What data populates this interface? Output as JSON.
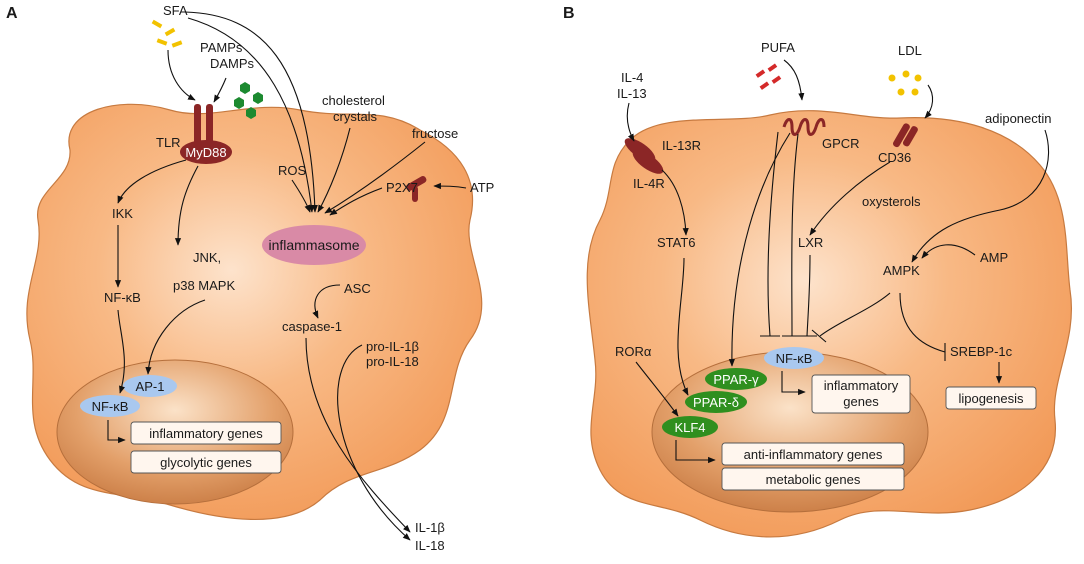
{
  "colors": {
    "cell_fill": "#f6ab6e",
    "cell_edge": "#c77a40",
    "nucleus_fill": "#d48a55",
    "blue_tag": "#a9c8ef",
    "green_tag": "#2f8f1f",
    "receptor": "#8b2626",
    "inflammasome": "#d98aa6",
    "sfa_particle": "#f2c200",
    "damp_particle": "#1c8a30"
  },
  "panel_a": {
    "panel_label": "A",
    "sfa": "SFA",
    "pamps": "PAMPs",
    "damps": "DAMPs",
    "cholesterol_1": "cholesterol",
    "cholesterol_2": "crystals",
    "fructose": "fructose",
    "atp": "ATP",
    "p2x7": "P2X7",
    "ros": "ROS",
    "tlr": "TLR",
    "myd88": "MyD88",
    "ikk": "IKK",
    "nfkb": "NF-κB",
    "jnk_1": "JNK,",
    "jnk_2": "p38 MAPK",
    "inflammasome": "inflammasome",
    "asc": "ASC",
    "caspase1": "caspase-1",
    "pro_il1b": "pro-IL-1β",
    "pro_il18": "pro-IL-18",
    "ap1": "AP-1",
    "nfkb_nucleus": "NF-κB",
    "inflammatory_genes": "inflammatory genes",
    "glycolytic_genes": "glycolytic genes",
    "il1b": "IL-1β",
    "il18": "IL-18"
  },
  "panel_b": {
    "panel_label": "B",
    "il4": "IL-4",
    "il13": "IL-13",
    "il13r": "IL-13R",
    "il4r": "IL-4R",
    "pufa": "PUFA",
    "gpcr": "GPCR",
    "ldl": "LDL",
    "cd36": "CD36",
    "adiponectin": "adiponectin",
    "oxysterols": "oxysterols",
    "lxr": "LXR",
    "stat6": "STAT6",
    "ampk": "AMPK",
    "amp": "AMP",
    "rora": "RORα",
    "nfkb": "NF-κB",
    "srebp": "SREBP-1c",
    "lipogenesis": "lipogenesis",
    "ppar_g": "PPAR-γ",
    "ppar_d": "PPAR-δ",
    "klf4": "KLF4",
    "inflammatory_genes_1": "inflammatory",
    "inflammatory_genes_2": "genes",
    "anti_inflammatory_genes": "anti-inflammatory genes",
    "metabolic_genes": "metabolic genes"
  }
}
